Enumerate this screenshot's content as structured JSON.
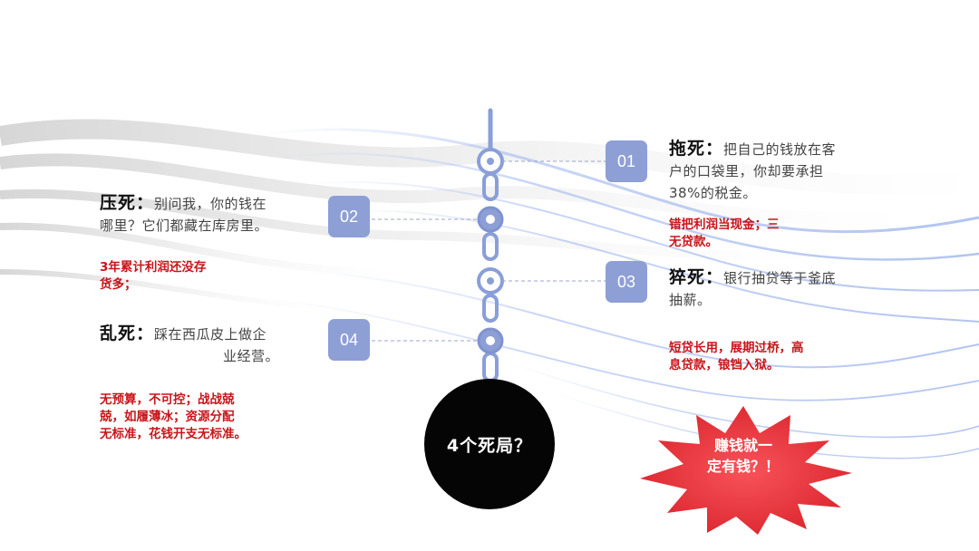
{
  "center": {
    "label": "4个死局？"
  },
  "items": [
    {
      "num": "01",
      "title": "拖死：",
      "desc_lines": [
        "把自己的钱放在客",
        "户的口袋里，你却要承担",
        "38%的税金。"
      ],
      "note_lines": [
        "错把利润当现金；三",
        "无贷款。"
      ]
    },
    {
      "num": "02",
      "title": "压死：",
      "desc_lines": [
        "别问我，你的钱在",
        "哪里？它们都藏在库房里。"
      ],
      "note_lines": [
        "3年累计利润还没存",
        "货多；"
      ]
    },
    {
      "num": "03",
      "title": "猝死：",
      "desc_lines": [
        "银行抽贷等于釜底",
        "抽薪。"
      ],
      "note_lines": [
        "短贷长用，展期过桥，高",
        "息贷款，锒铛入狱。"
      ]
    },
    {
      "num": "04",
      "title": "乱死：",
      "desc_lines": [
        "踩在西瓜皮上做企",
        "业经营。"
      ],
      "note_lines": [
        "无预算，不可控；战战兢",
        "兢，如履薄冰；资源分配",
        "无标准，花钱开支无标准。"
      ]
    }
  ],
  "burst": {
    "lines": [
      "赚钱就一",
      "定有钱？！"
    ]
  },
  "colors": {
    "accent": "#8e9fd6",
    "chain": "#8a9fd8",
    "note": "#c8151b",
    "burst": "#e8323a"
  }
}
